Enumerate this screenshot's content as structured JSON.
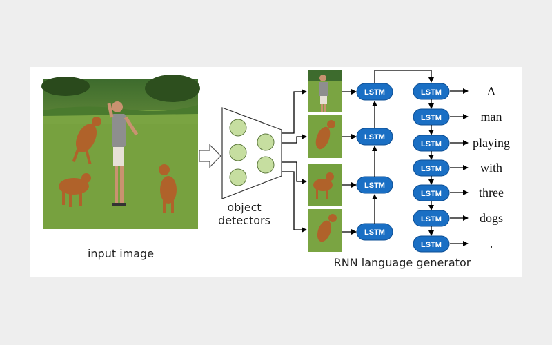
{
  "labels": {
    "input_image": "input image",
    "object_detectors_line1": "object",
    "object_detectors_line2": "detectors",
    "rnn_generator": "RNN language generator",
    "lstm": "LSTM"
  },
  "output_words": [
    "A",
    "man",
    "playing",
    "with",
    "three",
    "dogs",
    "."
  ],
  "colors": {
    "lstm_fill": "#1a6fc4",
    "lstm_stroke": "#0e4f94",
    "detector_circle": "#c6dea0",
    "detector_circle_stroke": "#5e7a3e",
    "grass": "#6f9a3a",
    "trees": "#2f5a22",
    "dog": "#b0622a"
  },
  "icons": {
    "input_arrow": "hollow-right-arrow",
    "detector": "trapezoid-with-circles"
  }
}
